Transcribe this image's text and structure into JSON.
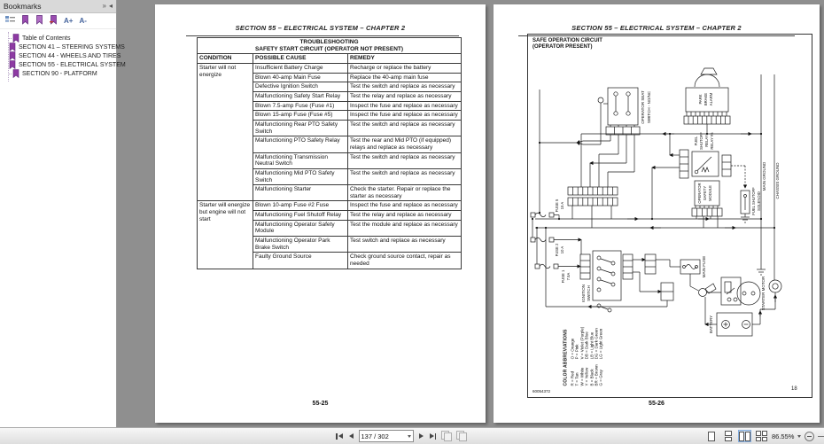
{
  "sidebar": {
    "title": "Bookmarks",
    "collapse_glyph": "»",
    "hide_glyph": "◂",
    "font_increase_label": "A+",
    "font_decrease_label": "A-",
    "items": [
      "Table of Contents",
      "SECTION 41 – STEERING SYSTEMS",
      "SECTION 44 - WHEELS AND TIRES",
      "SECTION 55 - ELECTRICAL SYSTEM",
      "SECTION 90 - PLATFORM"
    ]
  },
  "left_page": {
    "header": "SECTION 55 – ELECTRICAL SYSTEM – CHAPTER 2",
    "table": {
      "title_line1": "TROUBLESHOOTING",
      "title_line2": "SAFETY START CIRCUIT (OPERATOR NOT PRESENT)",
      "columns": [
        "CONDITION",
        "POSSIBLE CAUSE",
        "REMEDY"
      ],
      "groups": [
        {
          "condition": "Starter will not energize",
          "rows": [
            [
              "Insufficient Battery Charge",
              "Recharge or replace the battery"
            ],
            [
              "Blown 40-amp Main Fuse",
              "Replace the 40-amp main fuse"
            ],
            [
              "Defective Ignition Switch",
              "Test the switch and replace as necessary"
            ],
            [
              "Malfunctioning Safety Start Relay",
              "Test the relay and replace as necessary"
            ],
            [
              "Blown 7.5-amp Fuse (Fuse #1)",
              "Inspect the fuse and replace as necessary"
            ],
            [
              "Blown 15-amp Fuse (Fuse #5)",
              "Inspect the fuse and replace as necessary"
            ],
            [
              "Malfunctioning Rear PTO Safety Switch",
              "Test the switch and replace as necessary"
            ],
            [
              "Malfunctioning PTO Safety Relay",
              "Test the rear and Mid PTO (if equipped) relays and replace as necessary"
            ],
            [
              "Malfunctioning Transmission Neutral Switch",
              "Test the switch and replace as necessary"
            ],
            [
              "Malfunctioning Mid PTO Safety Switch",
              "Test the switch and replace as necessary"
            ],
            [
              "Malfunctioning Starter",
              "Check the starter. Repair or replace the starter as necessary"
            ]
          ]
        },
        {
          "condition": "Starter will energize but engine will not start",
          "rows": [
            [
              "Blown 10-amp Fuse #2 Fuse",
              "Inspect the fuse and replace as necessary"
            ],
            [
              "Malfunctioning Fuel Shutoff Relay",
              "Test the relay and replace as necessary"
            ],
            [
              "Malfunctioning Operator Safety Module",
              "Test the module and replace as necessary"
            ],
            [
              "Malfunctioning Operator Park Brake Switch",
              "Test switch and replace as necessary"
            ],
            [
              "Faulty Ground Source",
              "Check ground source contact, repair as needed"
            ]
          ]
        }
      ]
    },
    "footer": "55-25"
  },
  "right_page": {
    "header": "SECTION 55 – ELECTRICAL SYSTEM – CHAPTER 2",
    "diagram": {
      "title_line1": "SAFE OPERATION CIRCUIT",
      "title_line2": "(OPERATOR PRESENT)",
      "labels": {
        "seat_switch1": "OPERATOR SEAT",
        "seat_switch2": "SWITCH - NO/NC",
        "alarm1": "PARK",
        "alarm2": "BRAKE",
        "alarm3": "ALARM",
        "fuel_relay1": "FUEL",
        "fuel_relay2": "SHUTOFF",
        "fuel_relay3": "RELAY",
        "fuel_relay4": "RELAY #6",
        "module1": "OPERATOR",
        "module2": "SAFETY",
        "module3": "MODULE",
        "solenoid1": "FUEL SHUTOFF",
        "solenoid2": "SOLENOID",
        "main_ground": "MAIN GROUND",
        "chassis_ground": "CHASSIS GROUND",
        "ignition1": "IGNITION",
        "ignition2": "SWITCH",
        "main_fuse": "MAIN FUSE",
        "starter_motor": "STARTER MOTOR",
        "battery": "BATTERY",
        "fuse5a": "FUSE 5",
        "fuse5b": "15 A",
        "fuse2a": "FUSE 2",
        "fuse2b": "10 A",
        "fuse1a": "FUSE 1",
        "fuse1b": "7.5A"
      },
      "color_abbreviations": {
        "title": "COLOR ABBREVIATIONS",
        "col1": [
          "R = Red",
          "T = Tan",
          "W = White",
          "Y = Yellow",
          "B = Black",
          "BR = Brown",
          "G = Gray"
        ],
        "col2": [
          "O = Orange",
          "P = Pink",
          "V = Violet (Purple)",
          "DB = Dark Blue",
          "LB = Light Blue",
          "DG = Dark Green",
          "LG = Light Green"
        ]
      },
      "ref_number": "60054372"
    },
    "page_index": "18",
    "footer": "55-26"
  },
  "statusbar": {
    "page_field": "137 / 302",
    "zoom_level": "86.55%"
  }
}
